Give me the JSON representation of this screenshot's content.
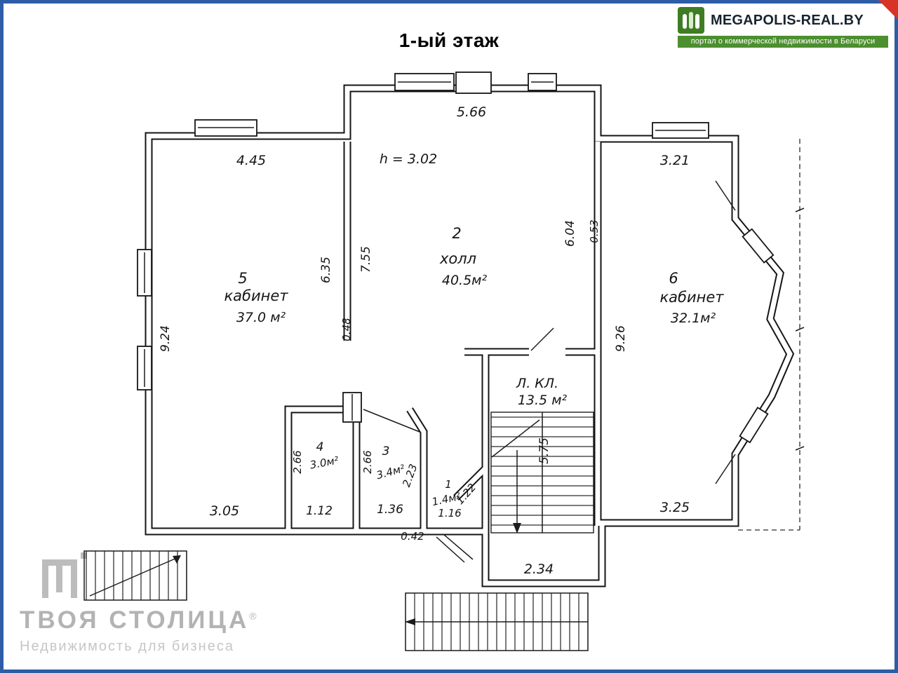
{
  "title": "1-ый этаж",
  "branding": {
    "megapolis": {
      "name": "MEGAPOLIS-REAL.BY",
      "tagline": "портал о коммерческой недвижимости в Беларуси",
      "accent_green": "#4c8f2f",
      "corner_red": "#d93226"
    },
    "watermark": {
      "name": "ТВОЯ СТОЛИЦА",
      "reg": "®",
      "tagline": "Недвижимость для бизнеса",
      "color": "#b3b3b3"
    }
  },
  "floorplan": {
    "frame_color": "#2d5da6",
    "height_note": "h = 3.02",
    "rooms": {
      "r5": {
        "num": "5",
        "name": "кабинет",
        "area": "37.0 м²"
      },
      "r2": {
        "num": "2",
        "name": "холл",
        "area": "40.5м²"
      },
      "r6": {
        "num": "6",
        "name": "кабинет",
        "area": "32.1м²"
      },
      "r4": {
        "num": "4",
        "area": "3.0м²"
      },
      "r3": {
        "num": "3",
        "area": "3.4м²"
      },
      "r1": {
        "num": "1",
        "area": "1.4м²"
      },
      "stairwell": {
        "name": "Л. КЛ.",
        "area": "13.5 м²"
      }
    },
    "dims": {
      "d566": "5.66",
      "d445": "4.45",
      "d321": "3.21",
      "d635": "6.35",
      "d755": "7.55",
      "d604": "6.04",
      "d053": "0.53",
      "d924": "9.24",
      "d048": "0.48",
      "d926": "9.26",
      "d266a": "2.66",
      "d266b": "2.66",
      "d305": "3.05",
      "d112": "1.12",
      "d136": "1.36",
      "d042": "0.42",
      "d122": "1.22",
      "d116": "1.16",
      "d223": "2.23",
      "d575": "5.75",
      "d234": "2.34",
      "d325": "3.25"
    }
  }
}
